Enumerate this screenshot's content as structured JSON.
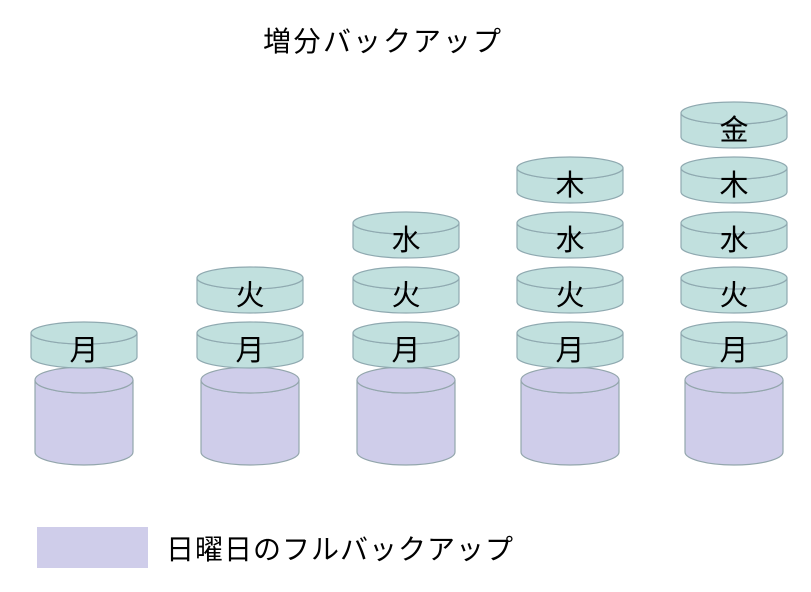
{
  "title": "増分バックアップ",
  "diagram": {
    "stacks": [
      {
        "days": [
          "月"
        ]
      },
      {
        "days": [
          "月",
          "火"
        ]
      },
      {
        "days": [
          "月",
          "火",
          "水"
        ]
      },
      {
        "days": [
          "月",
          "火",
          "水",
          "木"
        ]
      },
      {
        "days": [
          "月",
          "火",
          "水",
          "木",
          "金"
        ]
      }
    ]
  },
  "legend": {
    "label": "日曜日のフルバックアップ"
  },
  "colors": {
    "incremental_fill": "#c1e0de",
    "incremental_stroke": "#8fa9b0",
    "full_fill": "#cfcdea",
    "full_stroke": "#93a6ac",
    "label_text": "#000000",
    "background": "#ffffff"
  }
}
